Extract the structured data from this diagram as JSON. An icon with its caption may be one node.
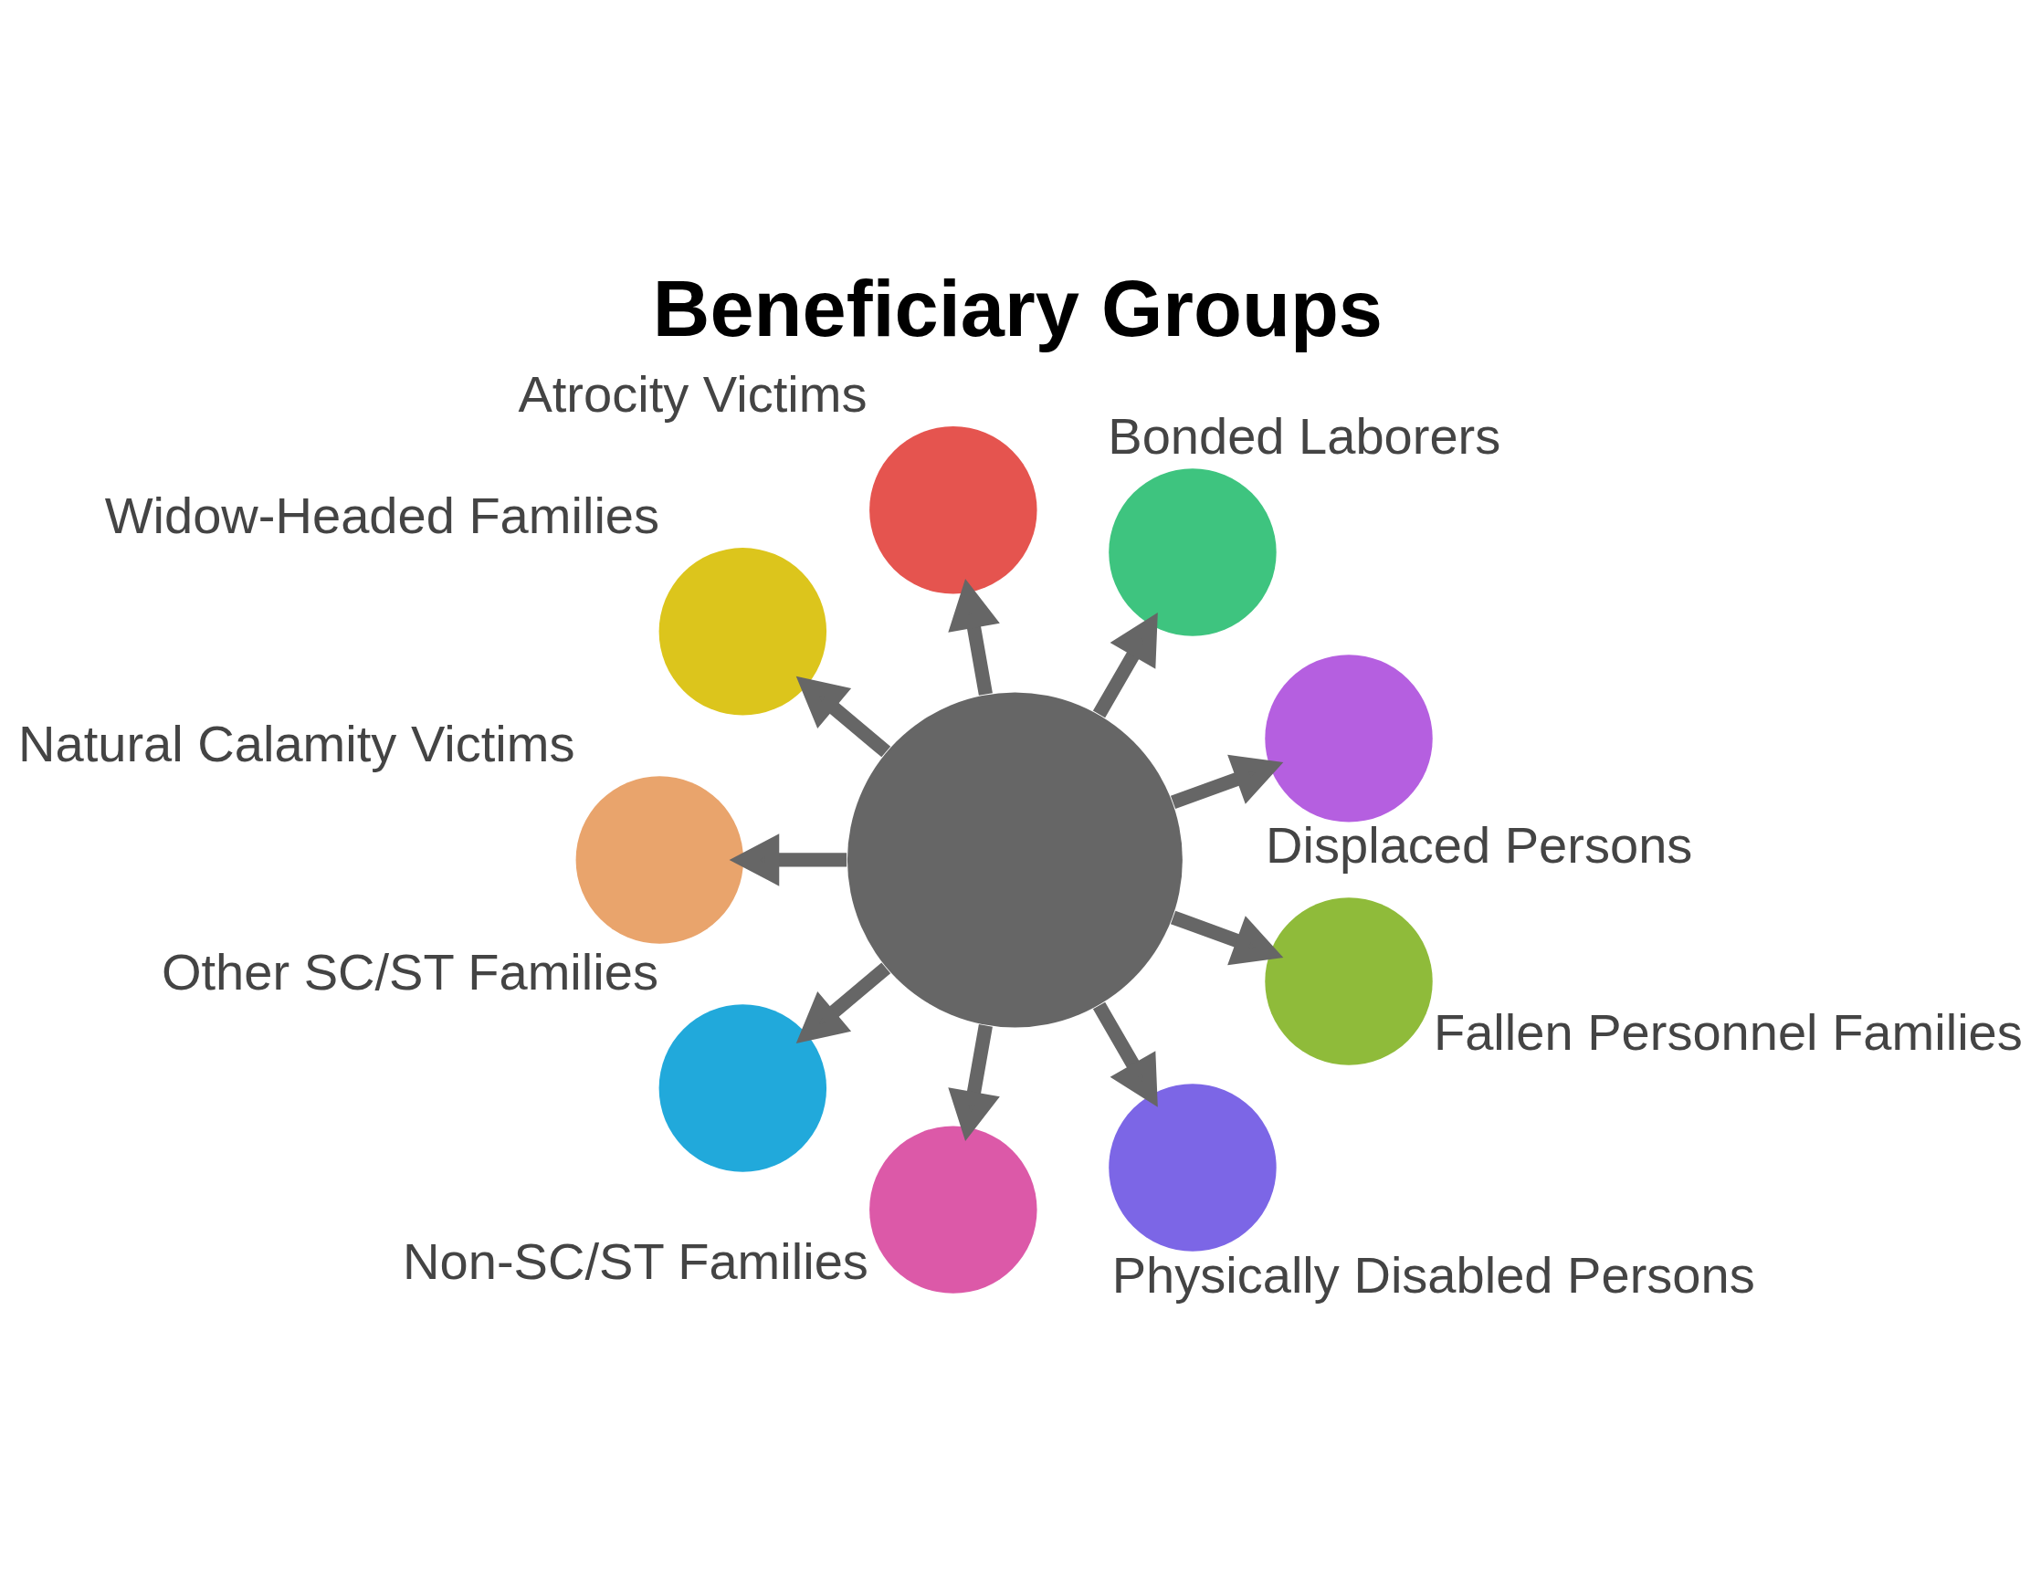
{
  "diagram": {
    "title": "Beneficiary Groups",
    "nodes": [
      {
        "text": [],
        "shape": "circle"
      },
      {
        "text": [],
        "shape": "circle",
        "beside": [
          "Displaced Persons"
        ]
      },
      {
        "text": [],
        "shape": "circle",
        "beside": [
          "Bonded Laborers"
        ]
      },
      {
        "text": [],
        "shape": "circle",
        "beside": [
          "Atrocity Victims"
        ]
      },
      {
        "text": [],
        "shape": "circle",
        "beside": [
          "Widow-Headed Families"
        ]
      },
      {
        "text": [],
        "shape": "circle",
        "beside": [
          "Natural Calamity Victims"
        ]
      },
      {
        "text": [],
        "shape": "circle",
        "beside": [
          "Other SC/ST Families"
        ]
      },
      {
        "text": [],
        "shape": "circle",
        "beside": [
          "Non-SC/ST Families"
        ]
      },
      {
        "text": [],
        "shape": "circle",
        "beside": [
          "Physically Disabled Persons"
        ]
      },
      {
        "text": [],
        "shape": "circle",
        "beside": [
          "Fallen Personnel Families"
        ]
      }
    ],
    "edges": [
      {
        "from": 0,
        "to": 1,
        "arrow": "to"
      },
      {
        "from": 0,
        "to": 2,
        "arrow": "to"
      },
      {
        "from": 0,
        "to": 3,
        "arrow": "to"
      },
      {
        "from": 0,
        "to": 4,
        "arrow": "to"
      },
      {
        "from": 0,
        "to": 5,
        "arrow": "to"
      },
      {
        "from": 0,
        "to": 6,
        "arrow": "to"
      },
      {
        "from": 0,
        "to": 7,
        "arrow": "to"
      },
      {
        "from": 0,
        "to": 8,
        "arrow": "to"
      },
      {
        "from": 0,
        "to": 9,
        "arrow": "to"
      }
    ]
  }
}
